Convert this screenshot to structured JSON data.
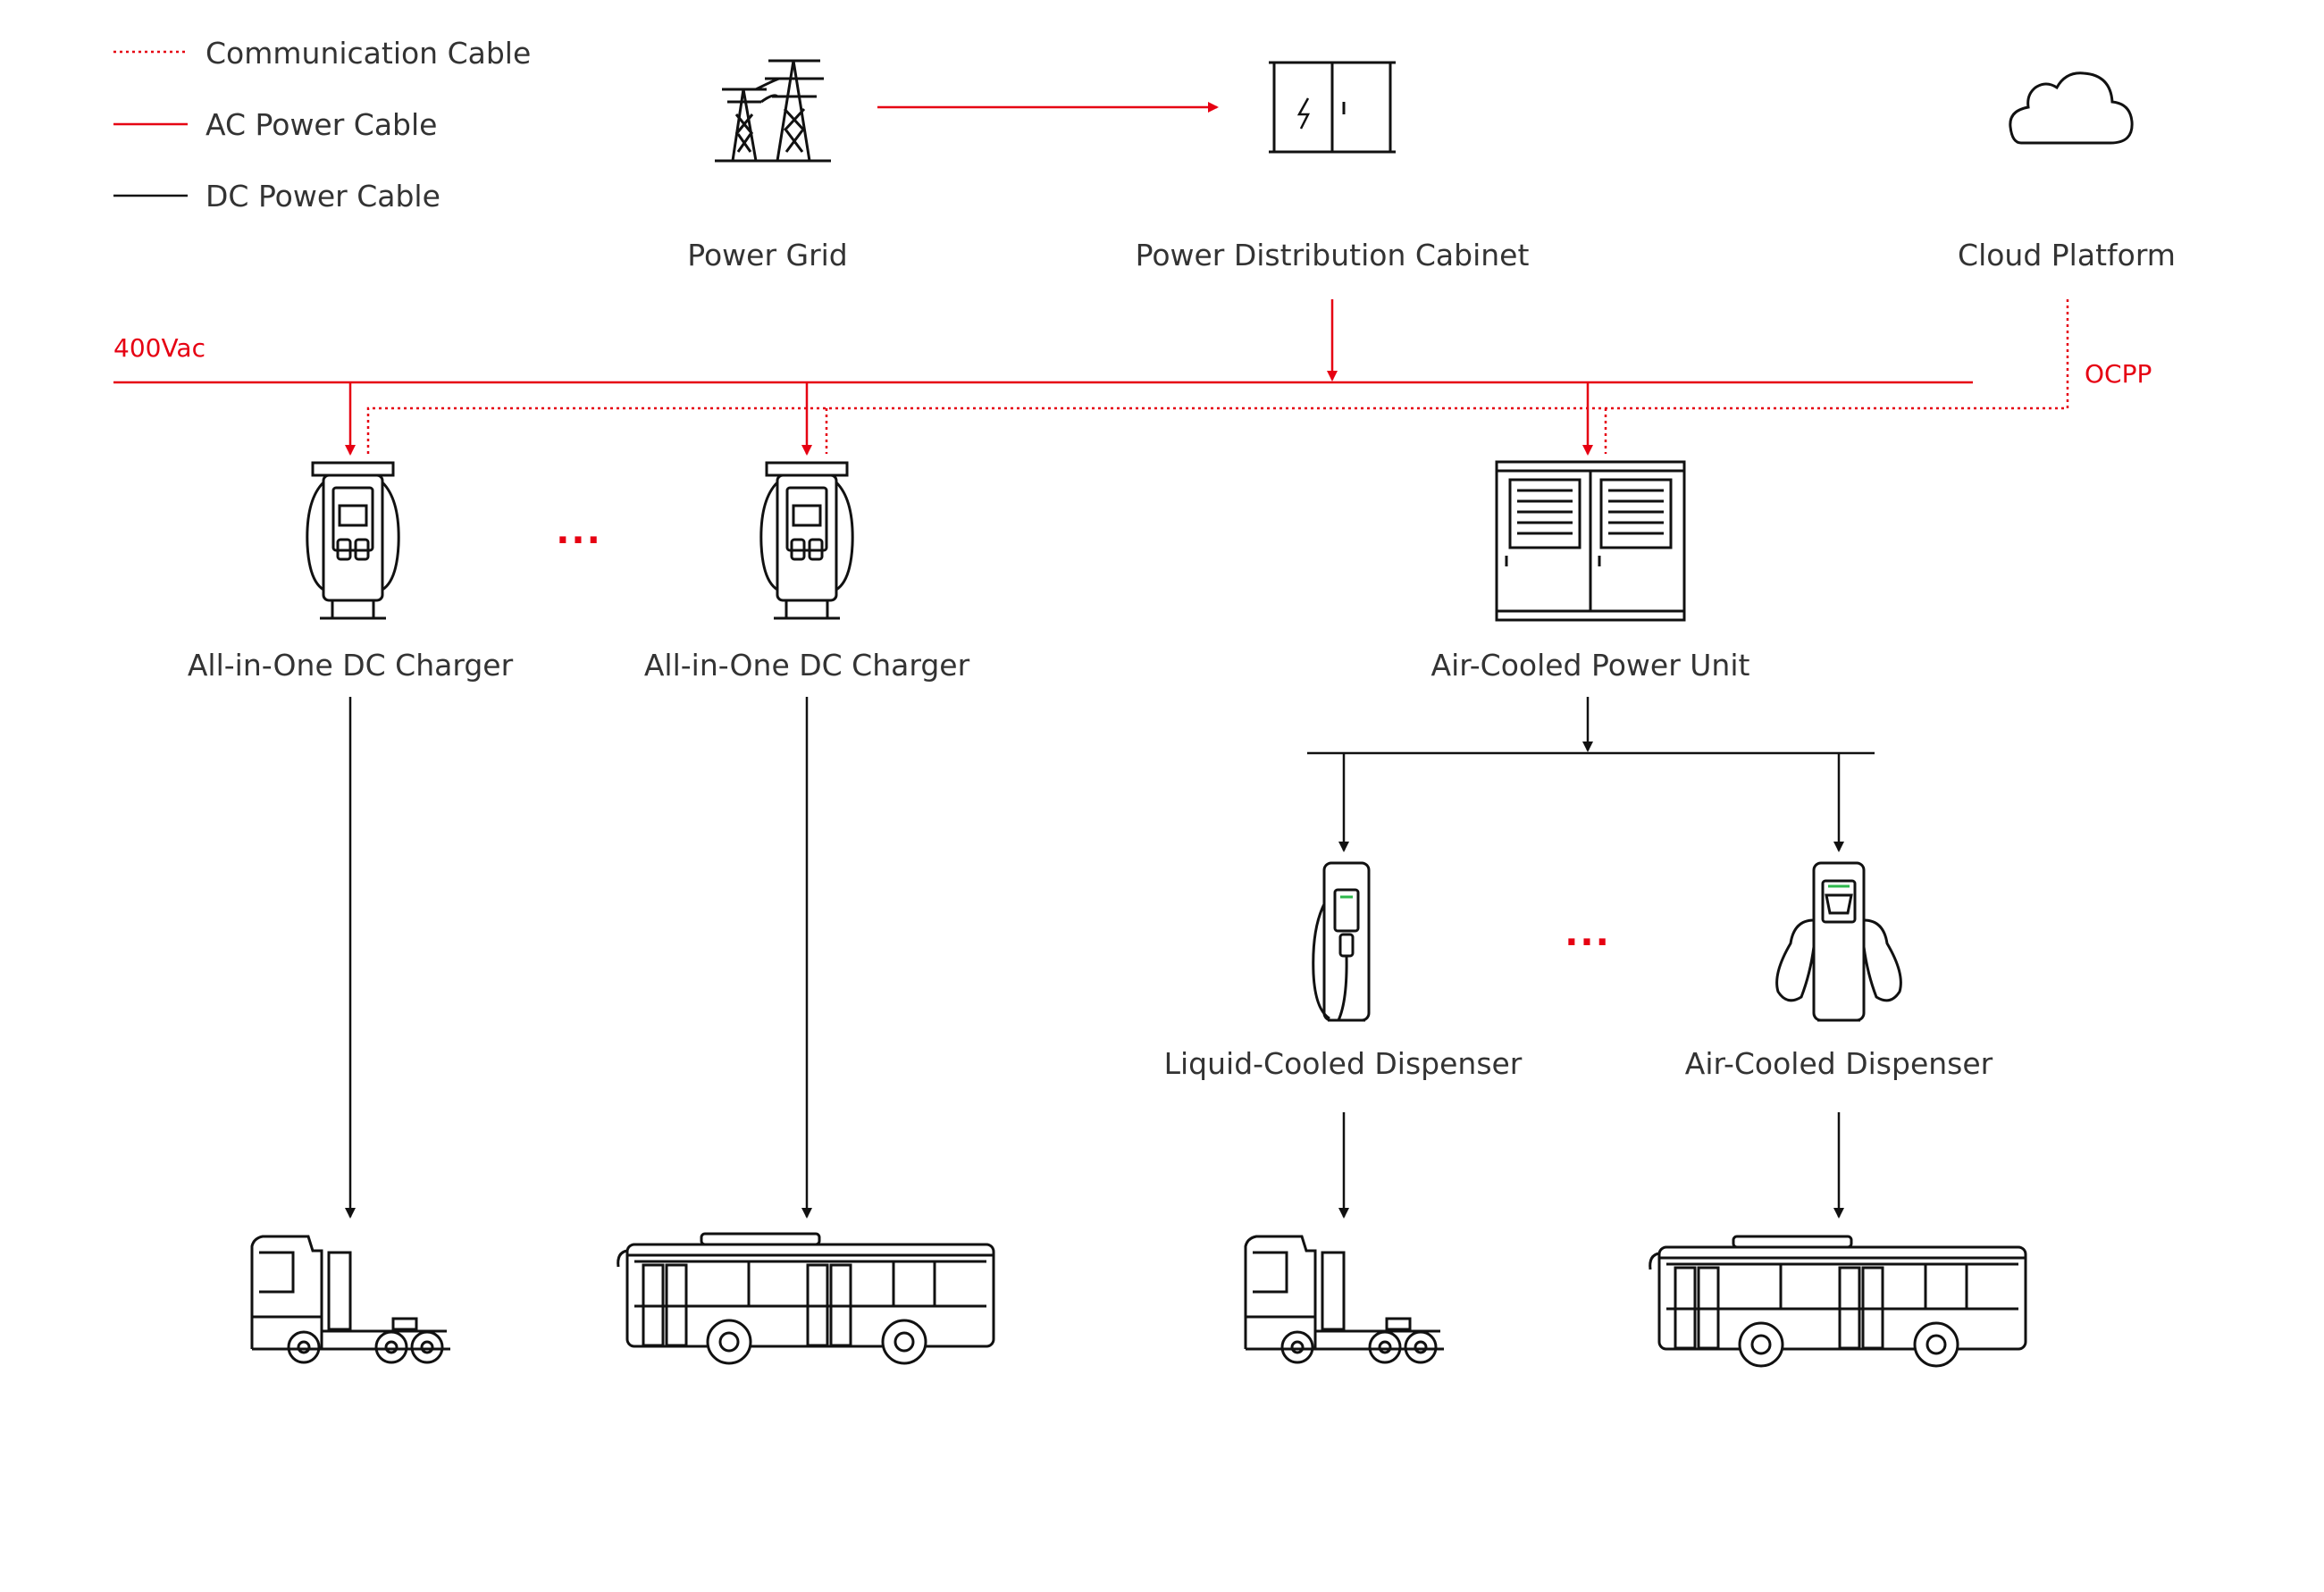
{
  "legend": {
    "items": [
      {
        "label": "Communication Cable",
        "style": "dotted",
        "color": "#e60012"
      },
      {
        "label": "AC Power Cable",
        "style": "solid",
        "color": "#e60012"
      },
      {
        "label": "DC Power Cable",
        "style": "solid",
        "color": "#000000"
      }
    ]
  },
  "sources": {
    "grid": "Power Grid",
    "cabinet": "Power Distribution Cabinet",
    "cloud": "Cloud Platform"
  },
  "bus": {
    "voltage": "400Vac",
    "protocol": "OCPP"
  },
  "nodes": {
    "charger_1": "All-in-One DC Charger",
    "charger_2": "All-in-One DC Charger",
    "power_unit": "Air-Cooled Power Unit",
    "liquid_dispenser": "Liquid-Cooled Dispenser",
    "air_dispenser": "Air-Cooled Dispenser"
  },
  "ellipsis": "...",
  "colors": {
    "accent": "#e60012",
    "line": "#111111",
    "text": "#333333"
  }
}
